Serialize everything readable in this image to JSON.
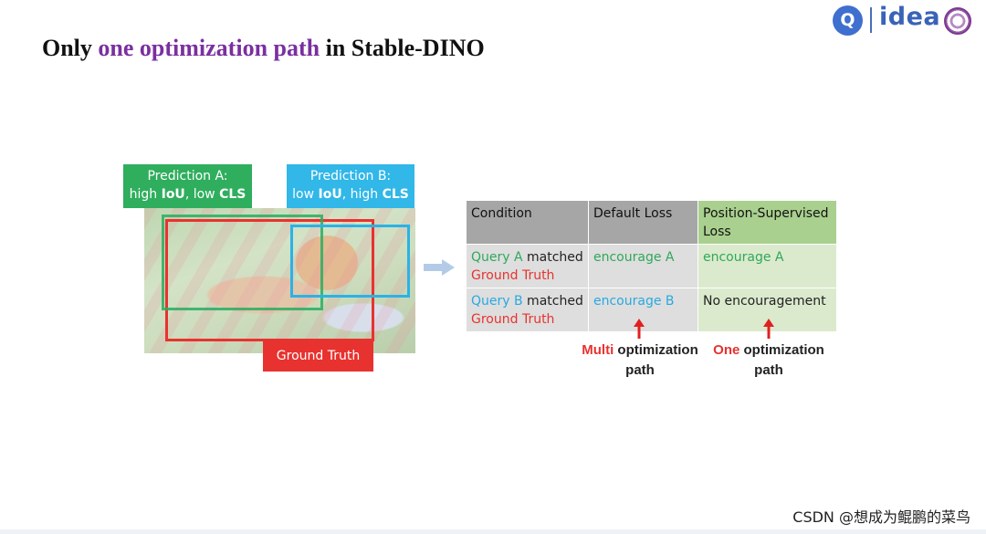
{
  "title": {
    "before": "Only",
    "highlight": "one optimization path",
    "after": "in Stable-DINO",
    "highlight_color": "#7a2fa0"
  },
  "logos": {
    "mark_glyph": "Q",
    "wordmark": "idea",
    "seal_icon": "university-seal-icon"
  },
  "figure": {
    "prediction_a": {
      "title": "Prediction A:",
      "pre": "high ",
      "iou": "IoU",
      "mid": ", low ",
      "cls": "CLS",
      "color": "#2fae5e"
    },
    "prediction_b": {
      "title": "Prediction B:",
      "pre": "low ",
      "iou": "IoU",
      "mid": ", high ",
      "cls": "CLS",
      "color": "#31b7e8"
    },
    "ground_truth": {
      "label": "Ground Truth",
      "color": "#e8322f"
    },
    "photo_icon": "cat-on-deckchair-photo"
  },
  "table": {
    "headers": [
      "Condition",
      "Default Loss",
      "Position-Supervised Loss"
    ],
    "rows": [
      {
        "query": "Query A",
        "matched": " matched",
        "gt": "Ground Truth",
        "default": "encourage A",
        "position": "encourage A"
      },
      {
        "query": "Query B",
        "matched": " matched",
        "gt": "Ground Truth",
        "default": "encourage B",
        "position": "No encouragement"
      }
    ]
  },
  "annotations": {
    "multi": {
      "highlight": "Multi",
      "rest": " optimization",
      "line2": "path"
    },
    "one": {
      "highlight": "One",
      "rest": " optimization",
      "line2": "path"
    }
  },
  "watermark": "CSDN @想成为鲲鹏的菜鸟"
}
